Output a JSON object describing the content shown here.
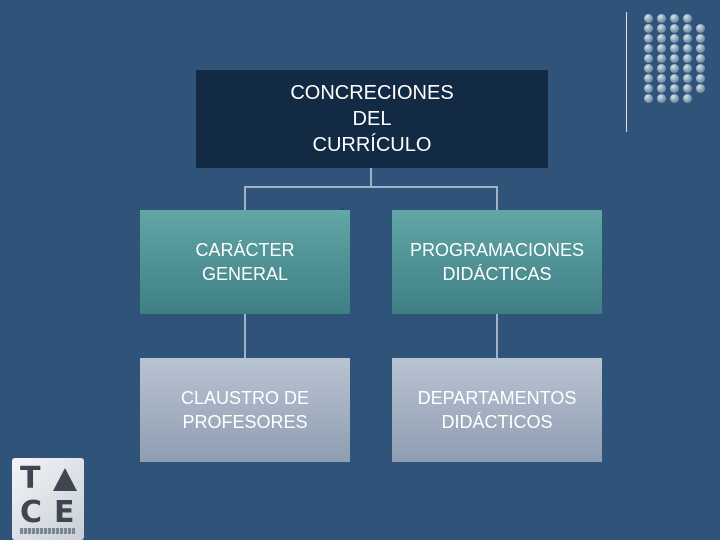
{
  "diagram": {
    "root": {
      "label": "CONCRECIONES\nDEL\nCURRÍCULO"
    },
    "nodes": [
      {
        "label": "CARÁCTER\nGENERAL"
      },
      {
        "label": "PROGRAMACIONES\nDIDÁCTICAS"
      },
      {
        "label": "CLAUSTRO DE\nPROFESORES"
      },
      {
        "label": "DEPARTAMENTOS\nDIDÁCTICOS"
      }
    ]
  },
  "logo": {
    "letters": [
      "T",
      "C",
      "E"
    ]
  },
  "colors": {
    "background": "#2f5379",
    "root_box": "#132a45",
    "teal_box": "#4f9496",
    "grey_box": "#a5b1c2",
    "connector": "#9fb3c4"
  }
}
